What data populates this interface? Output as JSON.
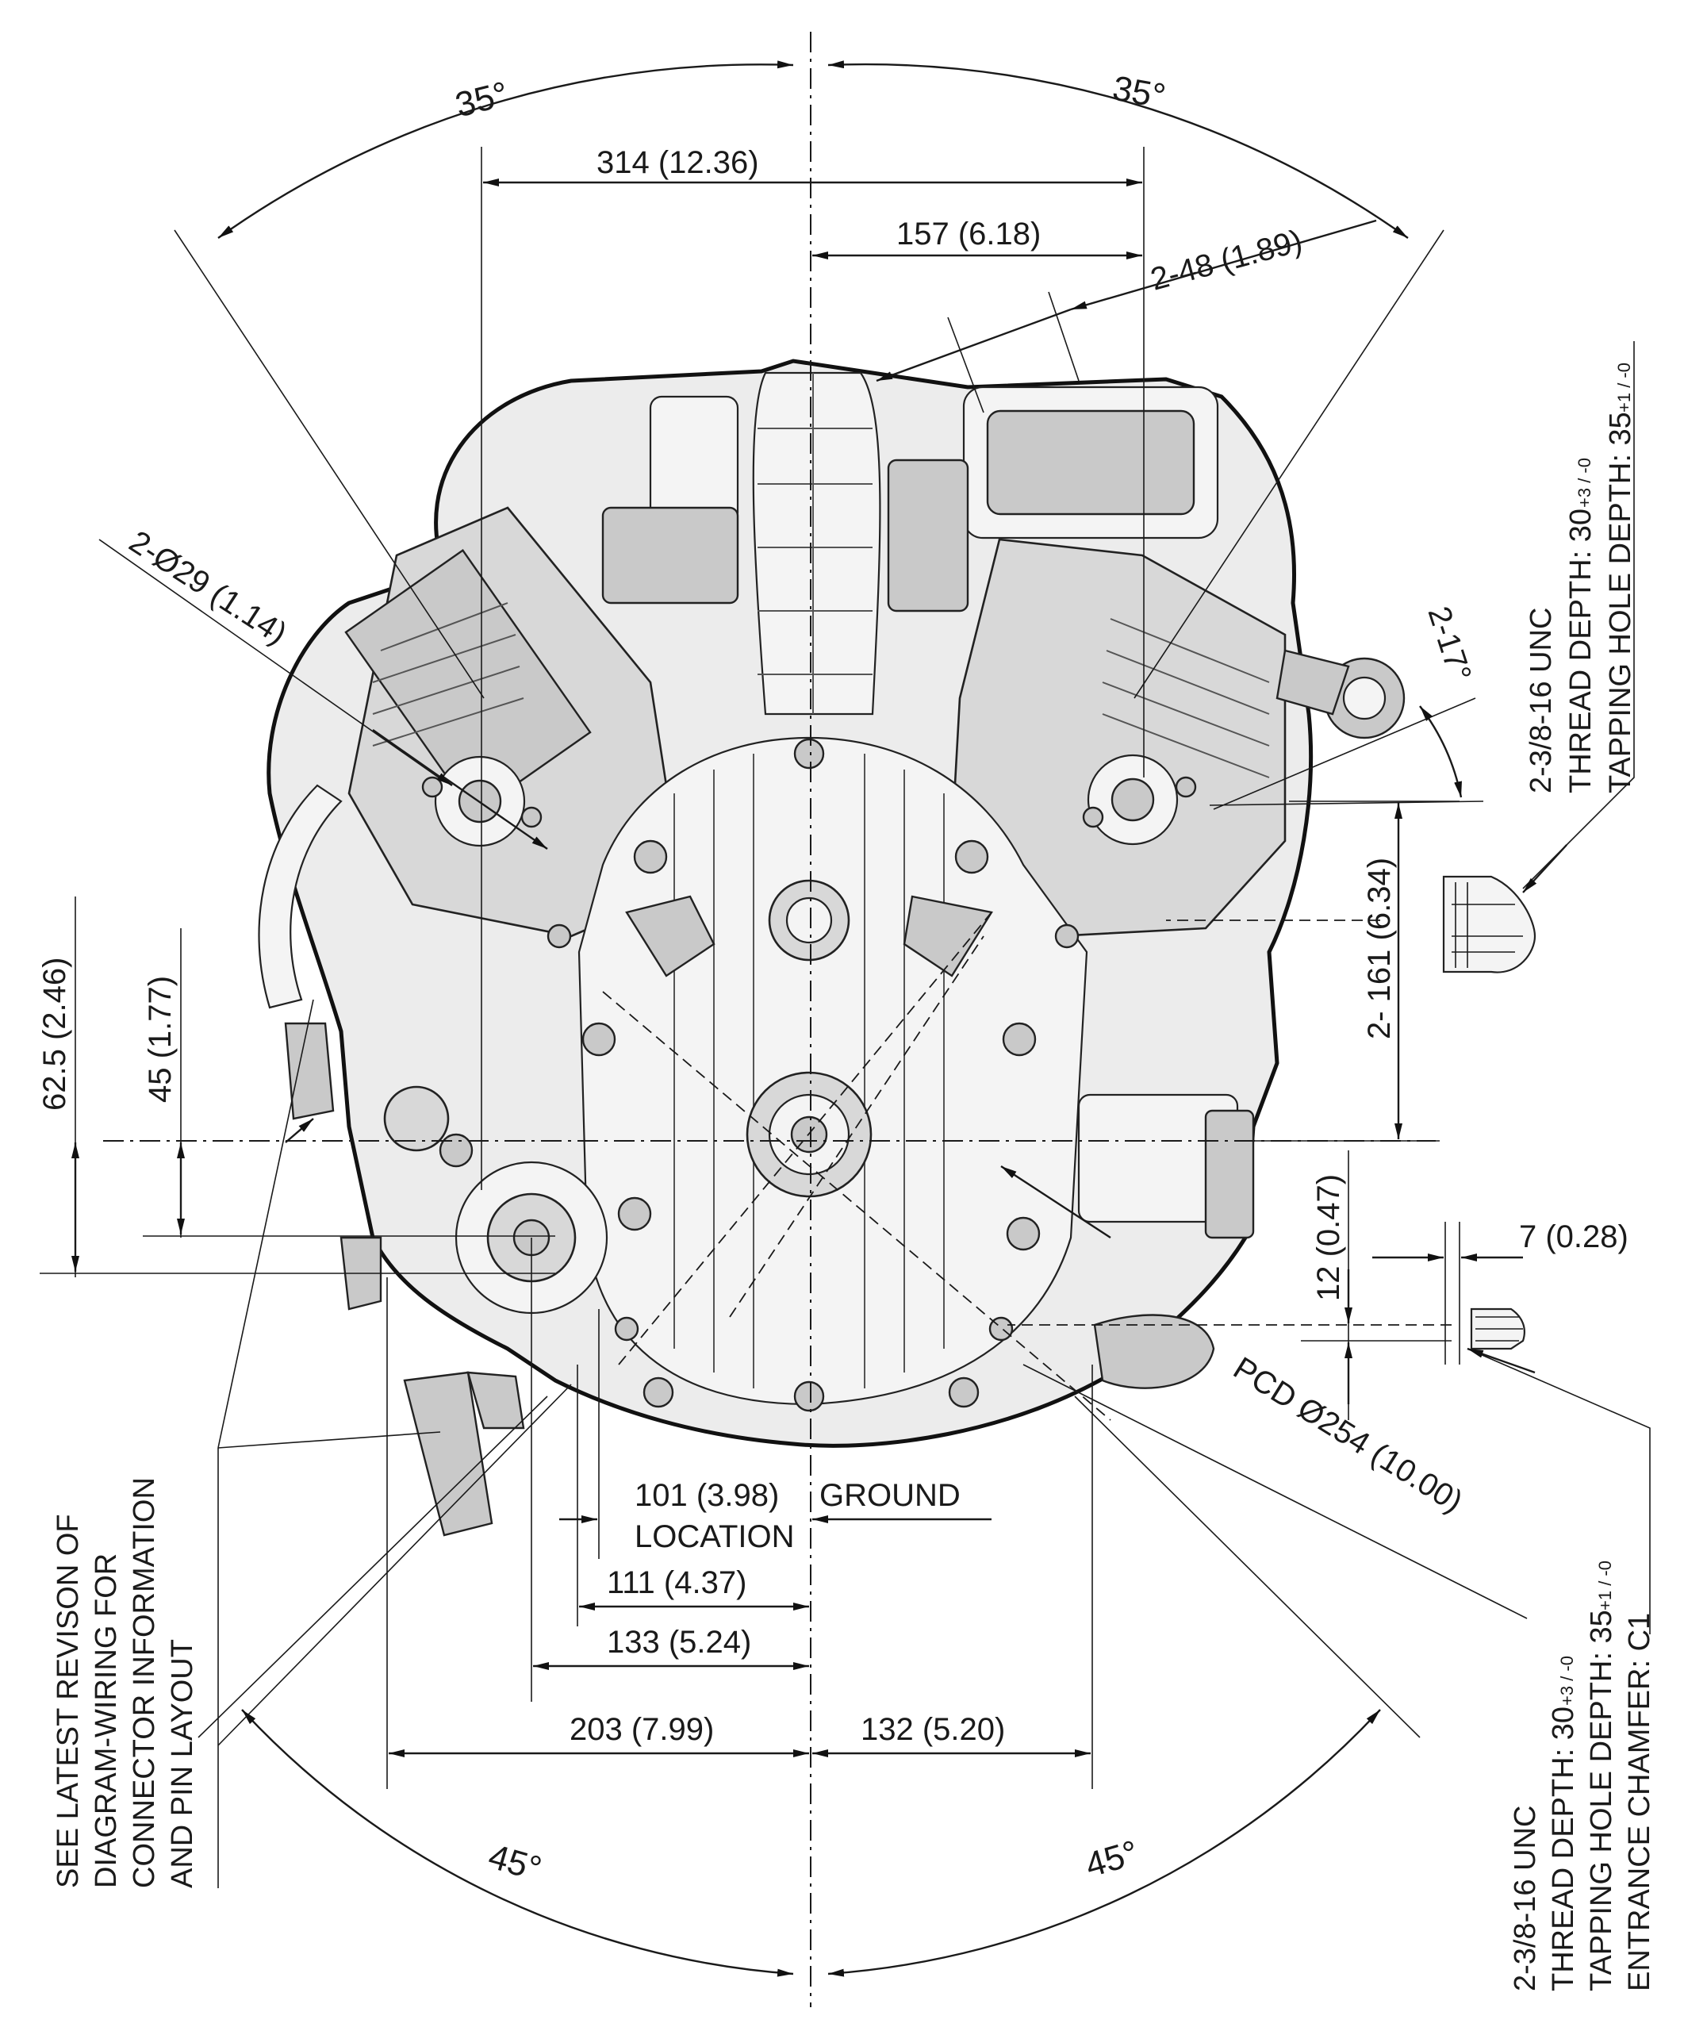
{
  "angles": {
    "top_left": "35°",
    "top_right": "35°",
    "bottom_left": "45°",
    "bottom_right": "45°"
  },
  "dimensions": {
    "top_314": "314 (12.36)",
    "top_157": "157 (6.18)",
    "hole_2_48": "2-48 (1.89)",
    "hole_2_029": "2-Ø29 (1.14)",
    "angle_2_17": "2-17°",
    "side_2_161": "2- 161 (6.34)",
    "left_62_5": "62.5 (2.46)",
    "left_45": "45 (1.77)",
    "right_12": "12 (0.47)",
    "right_7": "7 (0.28)",
    "pcd": "PCD Ø254 (10.00)",
    "ground_101": "101 (3.98)",
    "ground_label_1": "GROUND",
    "ground_label_2": "LOCATION",
    "bottom_111": "111 (4.37)",
    "bottom_133": "133 (5.24)",
    "bottom_203": "203 (7.99)",
    "bottom_132": "132 (5.20)"
  },
  "notes": {
    "wiring": [
      "SEE LATEST REVISON OF",
      "DIAGRAM-WIRING FOR",
      "CONNECTOR INFORMATION",
      "AND PIN LAYOUT"
    ],
    "thread_top": {
      "line1": "2-3/8-16 UNC",
      "line2": "THREAD DEPTH: 30",
      "line2_tol": "+3 / -0",
      "line3": "TAPPING HOLE DEPTH: 35",
      "line3_tol": "+1 / -0"
    },
    "thread_bottom": {
      "line1": "2-3/8-16 UNC",
      "line2": "THREAD DEPTH: 30",
      "line2_tol": "+3 / -0",
      "line3": "TAPPING HOLE DEPTH: 35",
      "line3_tol": "+1 / -0",
      "line4": "ENTRANCE CHAMFER: C1"
    }
  }
}
